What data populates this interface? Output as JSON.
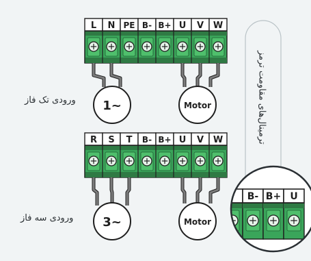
{
  "single_phase": {
    "terminals": [
      "L",
      "N",
      "PE",
      "B-",
      "B+",
      "U",
      "V",
      "W"
    ],
    "source_symbol": "1~",
    "motor_label": "Motor",
    "input_label": "ورودی تک فاز"
  },
  "three_phase": {
    "terminals": [
      "R",
      "S",
      "T",
      "B-",
      "B+",
      "U",
      "V",
      "W"
    ],
    "source_symbol": "3~",
    "motor_label": "Motor",
    "input_label": "ورودی سه فاز"
  },
  "brake_terminals": {
    "label": "ترمینال‌های مقاومت ترمز",
    "terminals": [
      "B-",
      "B+"
    ],
    "partial_terminal": "U"
  },
  "colors": {
    "terminal_green": "#3aa55a",
    "terminal_dark": "#2f7a44",
    "screw": "#e6f3e9",
    "wire": "#7d7d7d",
    "outline": "#1f1f1f",
    "background": "#f1f4f5"
  }
}
